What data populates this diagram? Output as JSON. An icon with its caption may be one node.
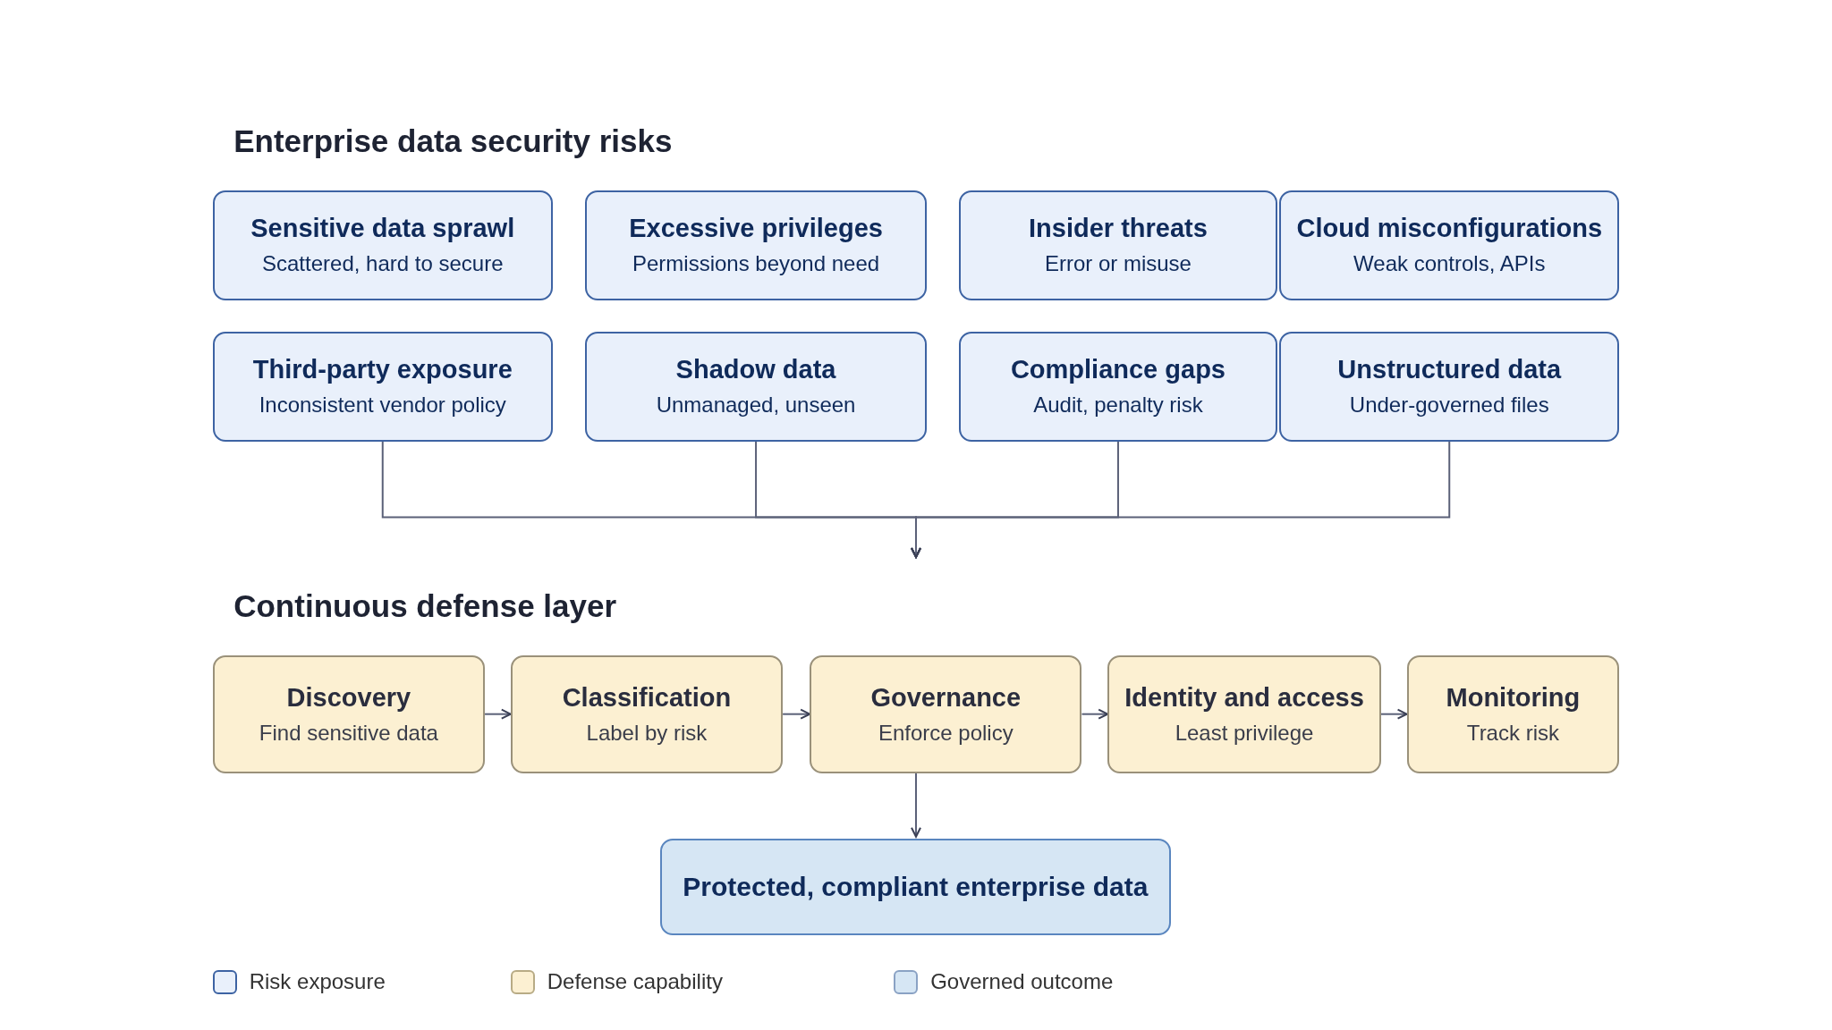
{
  "diagram": {
    "title": "Enterprise data security risks",
    "nodes": [
      {
        "text": [
          "Sensitive data sprawl",
          "Scattered, hard to secure"
        ]
      },
      {
        "text": [
          "Excessive privileges",
          "Permissions beyond need"
        ]
      },
      {
        "text": [
          "Insider threats",
          "Error or misuse"
        ]
      },
      {
        "text": [
          "Cloud misconfigurations",
          "Weak controls, APIs"
        ]
      },
      {
        "text": [
          "Third-party exposure",
          "Inconsistent vendor policy"
        ]
      },
      {
        "text": [
          "Shadow data",
          "Unmanaged, unseen"
        ]
      },
      {
        "text": [
          "Compliance gaps",
          "Audit, penalty risk"
        ]
      },
      {
        "text": [
          "Unstructured data",
          "Under-governed files"
        ]
      },
      {
        "text": [
          "Discovery",
          "Find sensitive data"
        ]
      },
      {
        "text": [
          "Classification",
          "Label by risk"
        ]
      },
      {
        "text": [
          "Governance",
          "Enforce policy"
        ]
      },
      {
        "text": [
          "Identity and access",
          "Least privilege"
        ]
      },
      {
        "text": [
          "Monitoring",
          "Track risk"
        ]
      },
      {
        "text": [
          "Protected, compliant enterprise data"
        ]
      }
    ],
    "edges": [
      {
        "from": 4,
        "to": null,
        "arrow": "to"
      },
      {
        "from": 5,
        "to": null,
        "arrow": "to"
      },
      {
        "from": 6,
        "to": null,
        "arrow": "to"
      },
      {
        "from": 7,
        "to": null,
        "arrow": "to"
      },
      {
        "from": 8,
        "to": 9,
        "arrow": "to"
      },
      {
        "from": 9,
        "to": 10,
        "arrow": "to"
      },
      {
        "from": 10,
        "to": 11,
        "arrow": "to"
      },
      {
        "from": 11,
        "to": 12,
        "arrow": "to"
      },
      {
        "from": 10,
        "to": 13,
        "arrow": "to"
      }
    ],
    "labels": [
      "Continuous defense layer"
    ],
    "legend": [
      {
        "text": "Risk exposure",
        "color": "#e9f0fb"
      },
      {
        "text": "Defense capability",
        "color": "#fcf0d2"
      },
      {
        "text": "Governed outcome",
        "color": "#d6e6f4"
      }
    ]
  }
}
